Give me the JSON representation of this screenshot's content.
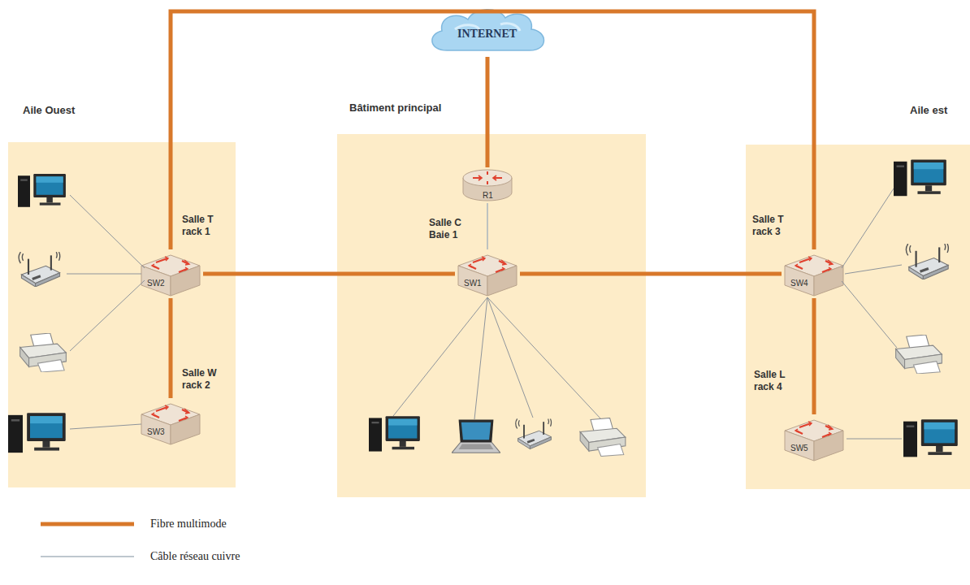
{
  "diagram": {
    "nodes": [
      {
        "text": [
          "INTERNET"
        ]
      },
      {
        "text": [
          "Aile Ouest"
        ]
      },
      {
        "text": [
          "Salle T rack 1",
          "SW2"
        ],
        "in": 1
      },
      {
        "text": [
          "Salle W rack 2",
          "SW3"
        ],
        "in": 1
      },
      {
        "text": [
          "Bâtiment principal"
        ]
      },
      {
        "text": [
          "R1"
        ],
        "in": 4
      },
      {
        "text": [
          "Salle C Baie 1",
          "SW1"
        ],
        "in": 4
      },
      {
        "text": [
          "Aile est"
        ]
      },
      {
        "text": [
          "Salle T rack 3",
          "SW4"
        ],
        "in": 7
      },
      {
        "text": [
          "Salle L rack 4",
          "SW5"
        ],
        "in": 7
      }
    ],
    "edges": [
      {
        "from": 0,
        "to": 5,
        "arrow": "none"
      },
      {
        "from": 5,
        "to": 6,
        "arrow": "none"
      },
      {
        "from": 2,
        "to": 6,
        "arrow": "none"
      },
      {
        "from": 6,
        "to": 8,
        "arrow": "none"
      },
      {
        "from": 2,
        "to": 3,
        "arrow": "none"
      },
      {
        "from": 8,
        "to": 9,
        "arrow": "none"
      },
      {
        "from": 2,
        "to": 8,
        "arrow": "none"
      }
    ],
    "legend": [
      {
        "text": "Fibre multimode"
      },
      {
        "text": "Câble réseau cuivre"
      }
    ]
  }
}
